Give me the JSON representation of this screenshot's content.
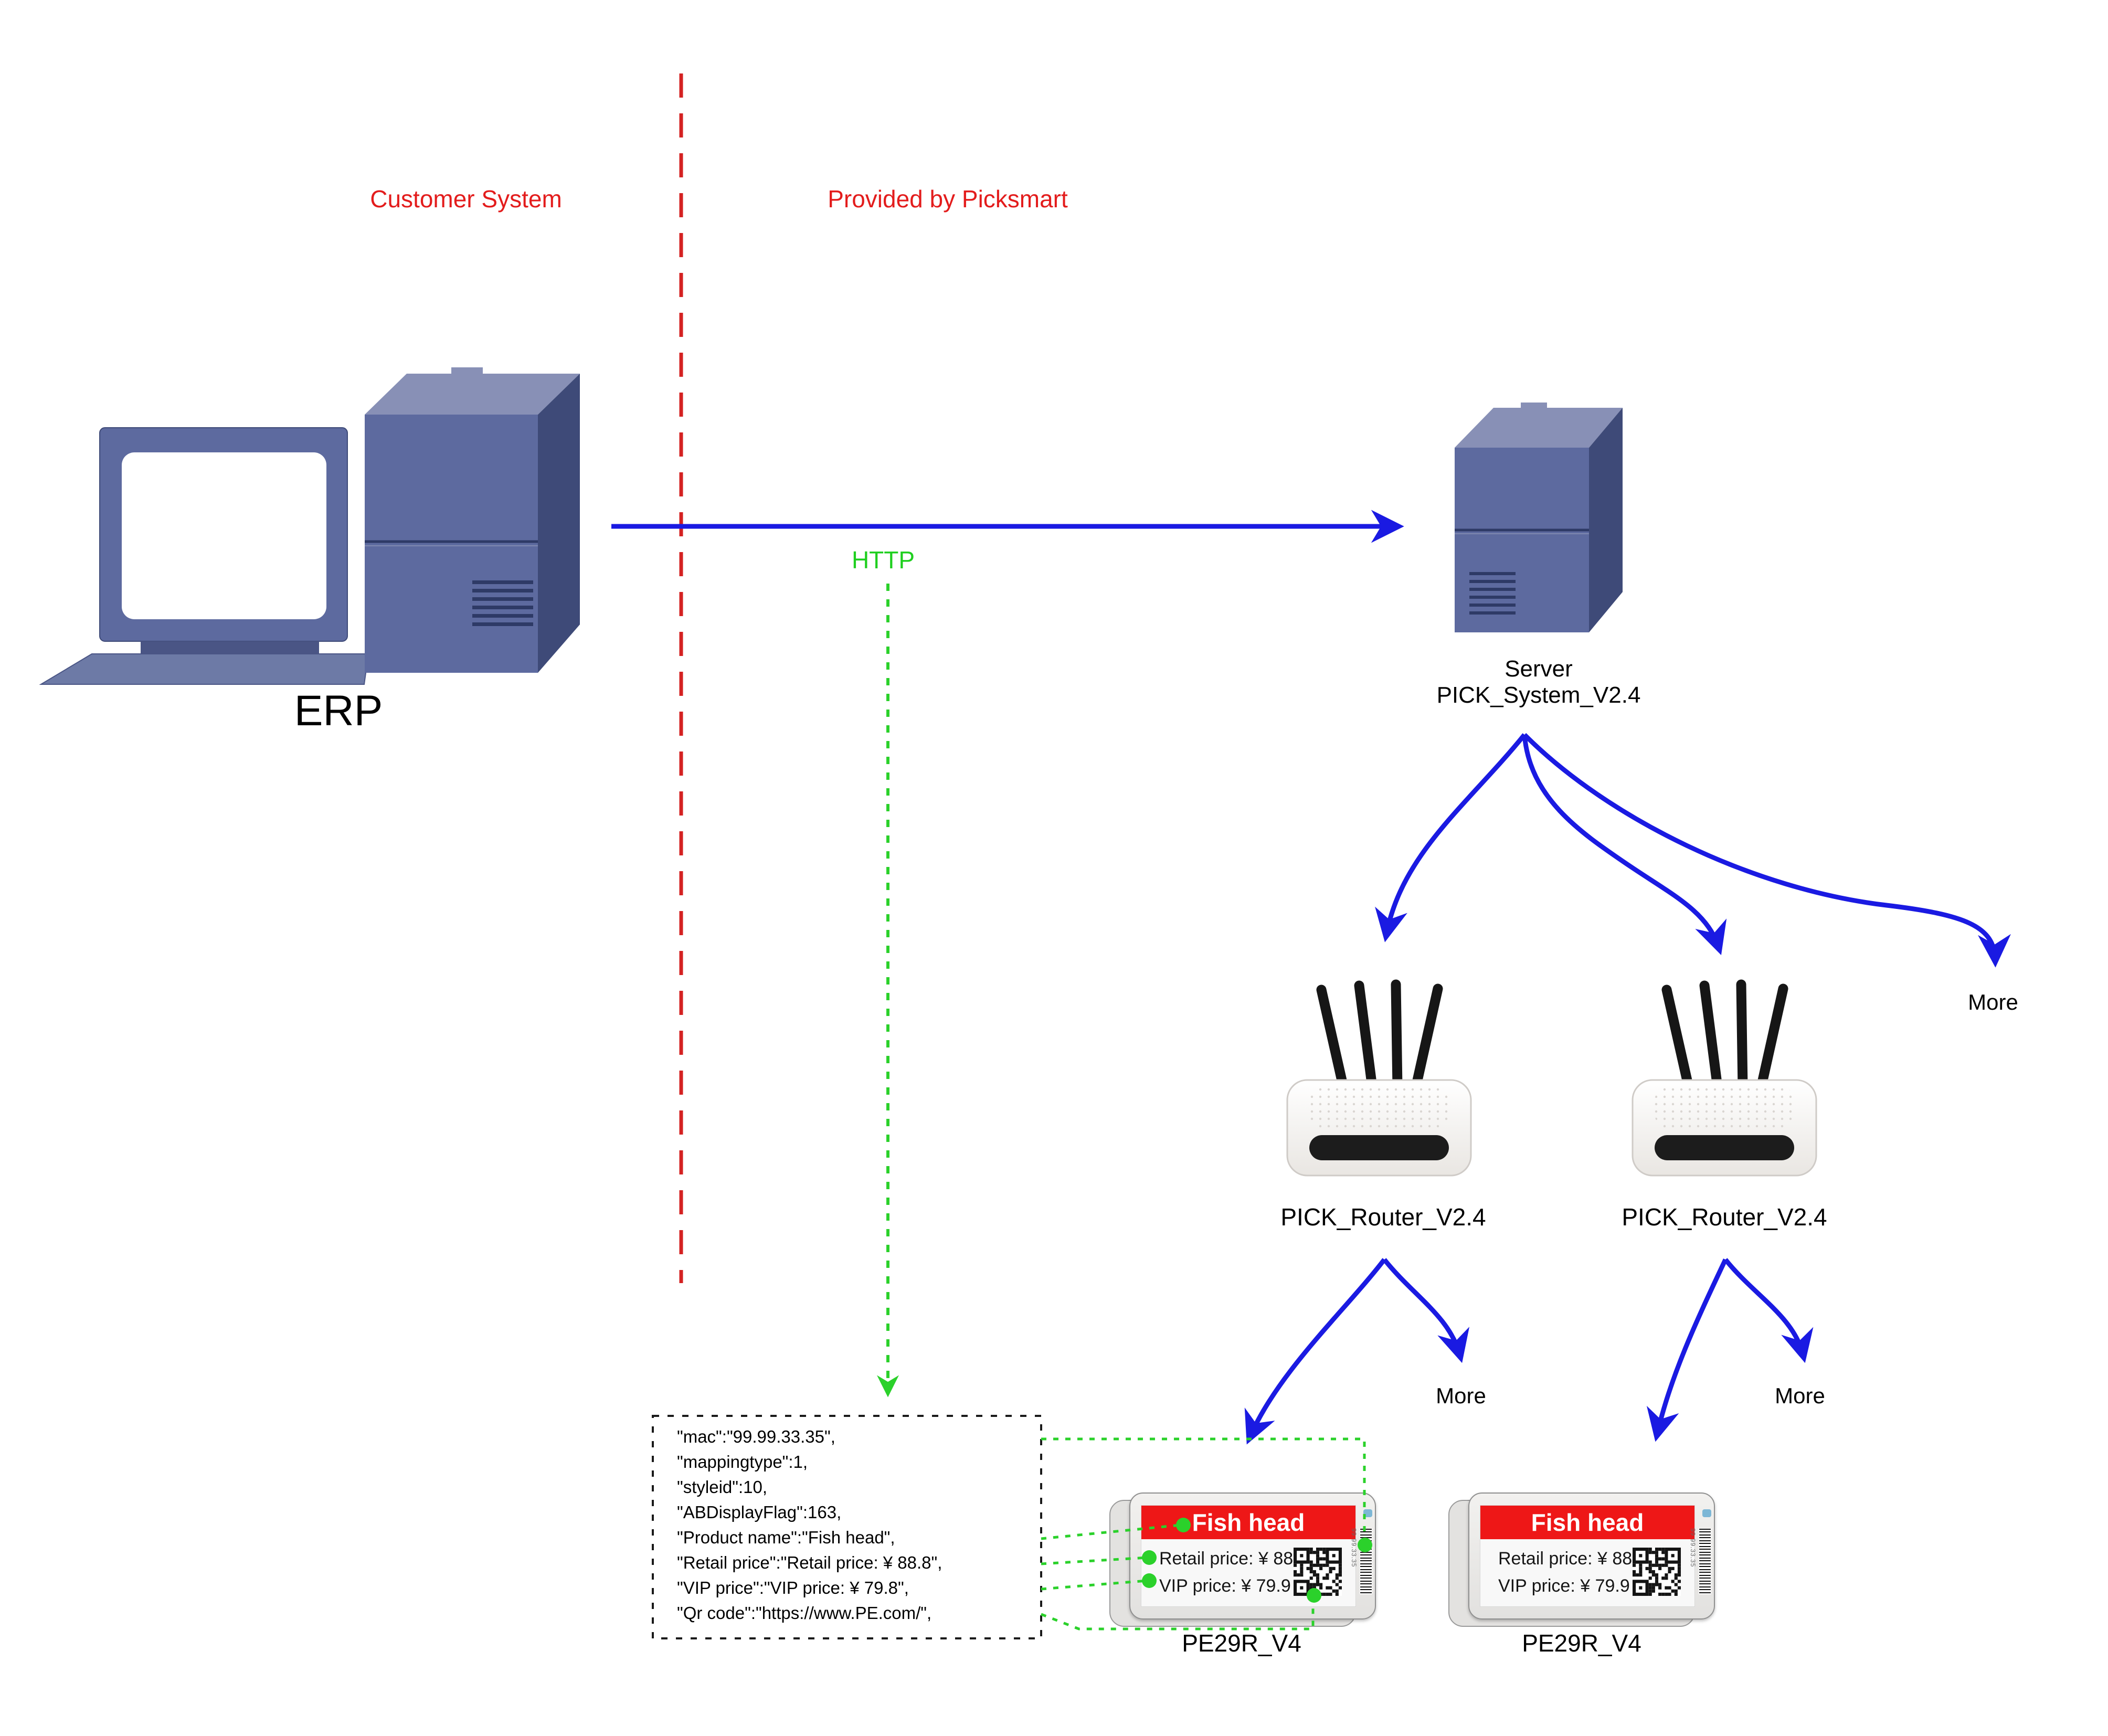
{
  "divider": {
    "customer_side": "Customer System",
    "provider_side": "Provided by Picksmart"
  },
  "erp": {
    "label": "ERP"
  },
  "link": {
    "protocol": "HTTP"
  },
  "server": {
    "line1": "Server",
    "line2": "PICK_System_V2.4"
  },
  "routers": [
    {
      "label": "PICK_Router_V2.4"
    },
    {
      "label": "PICK_Router_V2.4"
    }
  ],
  "more": {
    "top": "More",
    "left": "More",
    "right": "More"
  },
  "payload": {
    "lines": [
      "\"mac\":\"99.99.33.35\",",
      "\"mappingtype\":1,",
      "\"styleid\":10,",
      "\"ABDisplayFlag\":163,",
      "\"Product name\":\"Fish head\",",
      "\"Retail price\":\"Retail price: ¥ 88.8\",",
      "\"VIP price\":\"VIP price: ¥ 79.8\",",
      "\"Qr code\":\"https://www.PE.com/\","
    ]
  },
  "esl": {
    "model": "PE29R_V4",
    "title": "Fish head",
    "retail": "Retail price:  ¥ 88.8",
    "vip": "VIP price:  ¥ 79.9",
    "mac": "99.99.33.35"
  },
  "colors": {
    "accent_red": "#e31c1c",
    "arrow_blue": "#1a1ae2",
    "link_green": "#2bd12b",
    "esl_bar_red": "#ee1717",
    "device_blue": "#5d6a9f"
  }
}
